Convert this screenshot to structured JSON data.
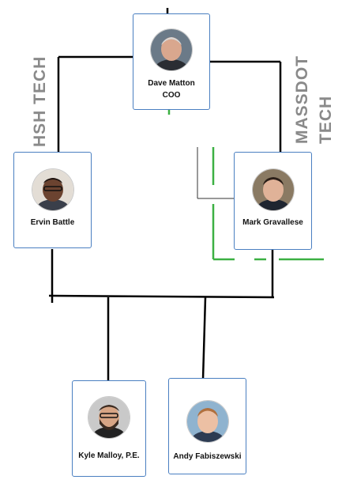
{
  "labels": {
    "left": "HSH TECH",
    "right_line1": "MASSDOT",
    "right_line2": "TECH"
  },
  "people": {
    "coo": {
      "name": "Dave Matton",
      "title": "COO"
    },
    "ervin": {
      "name": "Ervin Battle"
    },
    "mark": {
      "name": "Mark Gravallese"
    },
    "kyle": {
      "name": "Kyle Malloy, P.E."
    },
    "andy": {
      "name": "Andy Fabiszewski"
    }
  },
  "colors": {
    "card_border": "#4a7fc1",
    "line": "#000000",
    "green_line": "#3cb043",
    "label": "#8a8a8a"
  },
  "icons": [
    "avatar-photo"
  ]
}
